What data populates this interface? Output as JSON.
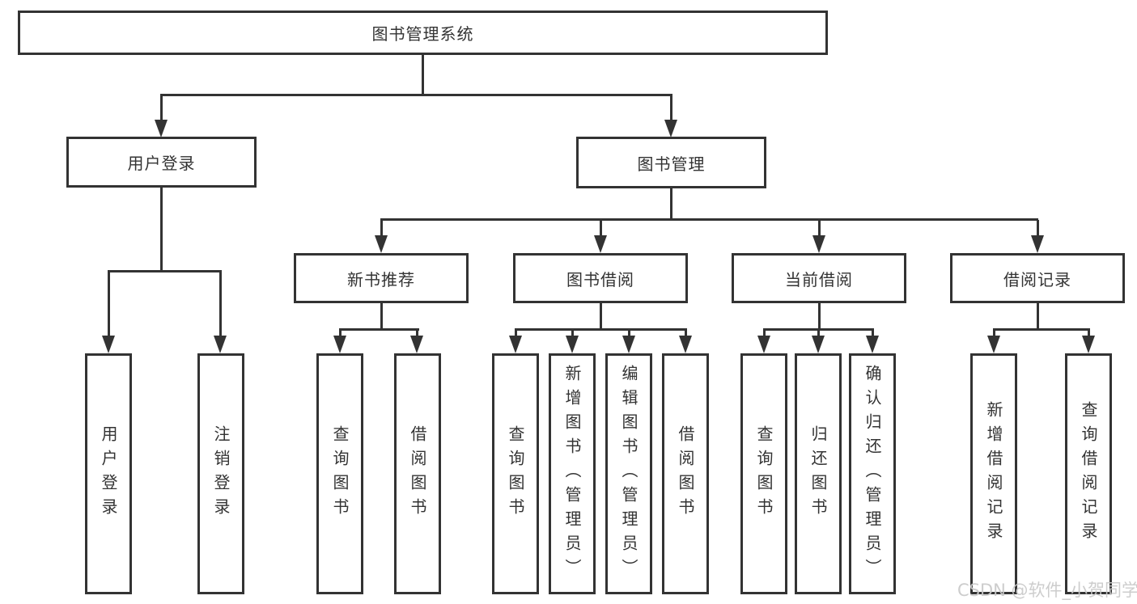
{
  "diagram": {
    "root": "图书管理系统",
    "level2": [
      "用户登录",
      "图书管理"
    ],
    "level3": [
      "新书推荐",
      "图书借阅",
      "当前借阅",
      "借阅记录"
    ],
    "leaves_user_login": [
      "用户登录",
      "注销登录"
    ],
    "leaves_new_book": [
      "查询图书",
      "借阅图书"
    ],
    "leaves_book_borrow": [
      "查询图书",
      "新增图书（管理员）",
      "编辑图书（管理员）",
      "借阅图书"
    ],
    "leaves_current_borrow": [
      "查询图书",
      "归还图书",
      "确认归还（管理员）"
    ],
    "leaves_borrow_record": [
      "新增借阅记录",
      "查询借阅记录"
    ]
  },
  "watermark": "CSDN @软件_小贺同学",
  "colors": {
    "line": "#333333",
    "text": "#333333",
    "background": "#ffffff",
    "watermark": "#c9c9c9"
  }
}
